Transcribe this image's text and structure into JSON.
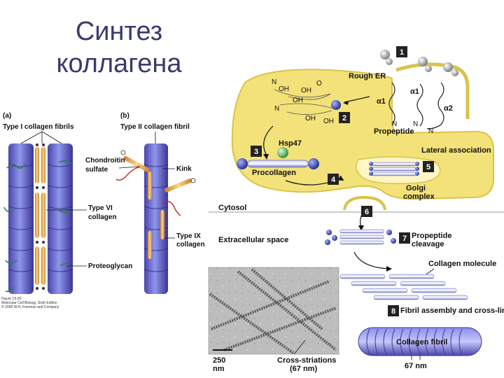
{
  "title": {
    "line1": "Синтез",
    "line2": "коллагена"
  },
  "panel_a": {
    "letter": "(a)",
    "heading": "Type I collagen fibrils",
    "label_vi": [
      "Type VI",
      "collagen"
    ],
    "label_pg": "Proteoglycan",
    "credit": [
      "Figure 19-20",
      "Molecular Cell Biology, Sixth Edition",
      "© 2008 W.H. Freeman and Company"
    ]
  },
  "panel_b": {
    "letter": "(b)",
    "heading": "Type II collagen fibril",
    "label_chondroitin": [
      "Chondroitin",
      "sulfate"
    ],
    "label_kink": "Kink",
    "label_ix": [
      "Type IX",
      "collagen"
    ]
  },
  "synthesis": {
    "rough_er": "Rough ER",
    "alpha1_left": "α1",
    "alpha1_right": "α1",
    "alpha2": "α2",
    "propeptide": "Propeptide",
    "n_label": "N",
    "hsp47": "Hsp47",
    "procollagen": "Procollagen",
    "lateral_association": "Lateral association",
    "golgi": [
      "Golgi",
      "complex"
    ],
    "cytosol": "Cytosol",
    "extracellular_space": "Extracellular space",
    "propeptide_cleavage": [
      "Propeptide",
      "cleavage"
    ],
    "collagen_molecule": "Collagen molecule",
    "fibril_assembly": "Fibril assembly and cross-linking",
    "collagen_fibril": "Collagen fibril",
    "fibril_67": "67 nm",
    "chem": {
      "oh": "OH",
      "n": "N",
      "o": "O"
    },
    "steps": [
      "1",
      "2",
      "3",
      "4",
      "5",
      "6",
      "7",
      "8"
    ]
  },
  "micrograph": {
    "scale": [
      "250",
      "nm"
    ],
    "cross_striations": [
      "Cross-striations",
      "(67 nm)"
    ]
  },
  "colors": {
    "cell": "#f3e27a",
    "cell_edge": "#d9c34a",
    "fibril_blue": "#6b63c9",
    "fibril_light": "#9aa0e8",
    "rod_orange": "#e9a642",
    "step_box": "#222222",
    "proteoglycan": "#2e7d4a"
  }
}
